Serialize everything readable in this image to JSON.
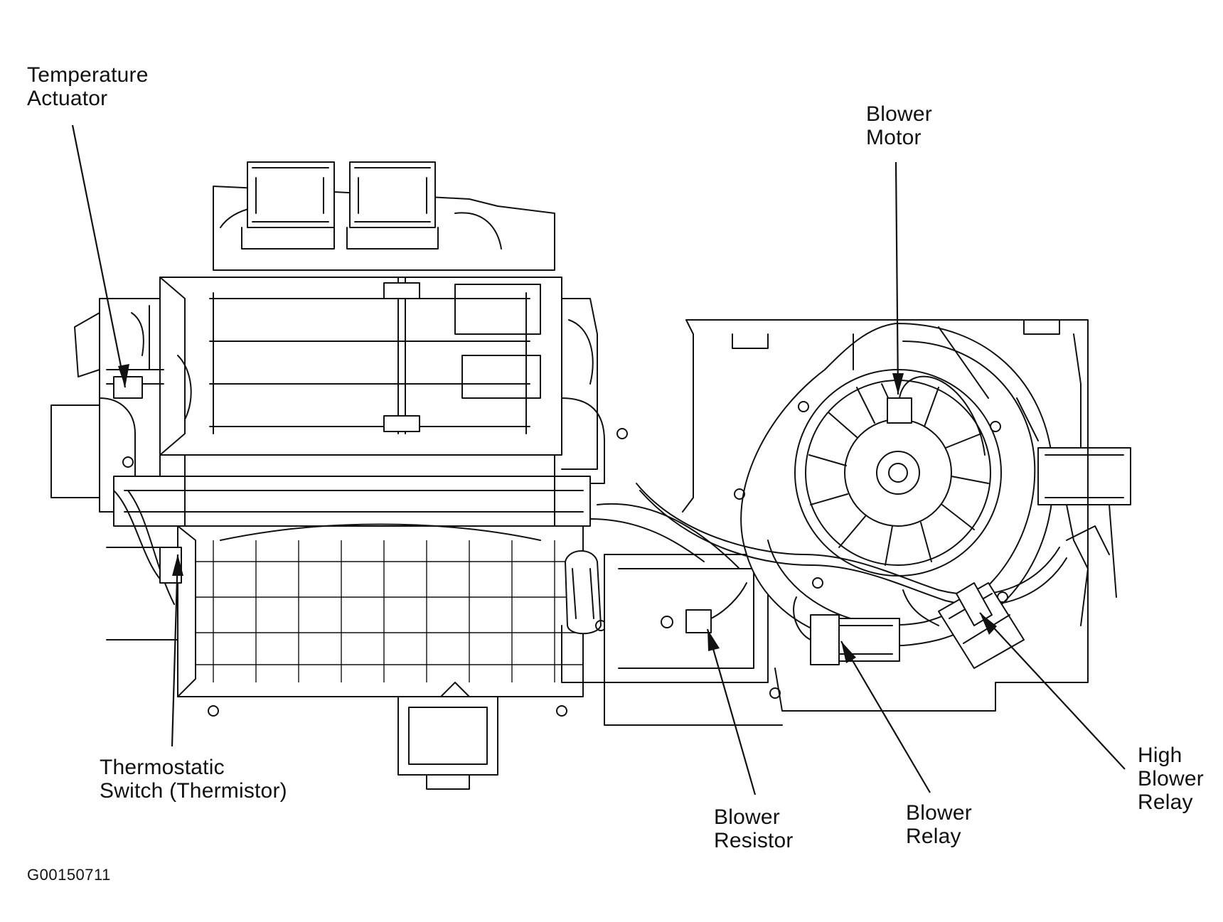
{
  "labels": {
    "temperature_actuator": [
      "Temperature",
      "Actuator"
    ],
    "blower_motor": [
      "Blower",
      "Motor"
    ],
    "thermostatic_switch": [
      "Thermostatic",
      "Switch (Thermistor)"
    ],
    "blower_resistor": [
      "Blower",
      "Resistor"
    ],
    "blower_relay": [
      "Blower",
      "Relay"
    ],
    "high_blower_relay": [
      "High",
      "Blower",
      "Relay"
    ]
  },
  "figure_code": "G00150711",
  "colors": {
    "ink": "#111111",
    "background": "#ffffff"
  }
}
